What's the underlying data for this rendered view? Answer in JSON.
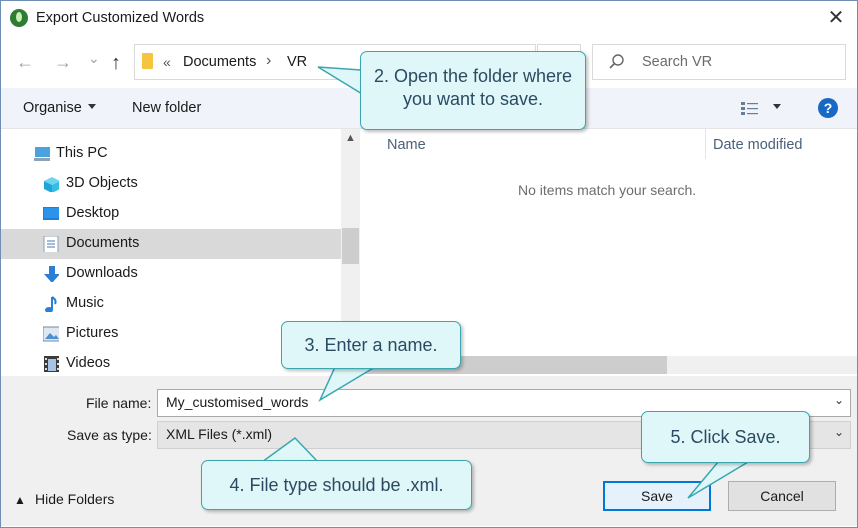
{
  "window": {
    "title": "Export Customized Words",
    "close_glyph": "✕"
  },
  "nav": {
    "back": "←",
    "forward": "→",
    "recent": "⌄",
    "up": "↑",
    "breadcrumb_sep": "«",
    "path": [
      "Documents",
      "VR"
    ],
    "path_arrow": "›",
    "search_placeholder": "Search VR"
  },
  "toolbar": {
    "organise": "Organise",
    "new_folder": "New folder",
    "help": "?"
  },
  "sidebar": {
    "items": [
      {
        "label": "This PC",
        "icon": "pc-icon"
      },
      {
        "label": "3D Objects",
        "icon": "cube-icon"
      },
      {
        "label": "Desktop",
        "icon": "desktop-icon"
      },
      {
        "label": "Documents",
        "icon": "documents-icon"
      },
      {
        "label": "Downloads",
        "icon": "download-icon"
      },
      {
        "label": "Music",
        "icon": "music-icon"
      },
      {
        "label": "Pictures",
        "icon": "pictures-icon"
      },
      {
        "label": "Videos",
        "icon": "videos-icon"
      }
    ],
    "selected": "Documents"
  },
  "list": {
    "columns": [
      "Name",
      "Date modified"
    ],
    "empty_message": "No items match your search."
  },
  "form": {
    "file_name_label": "File name:",
    "file_name_value": "My_customised_words",
    "save_type_label": "Save as type:",
    "save_type_value": "XML Files (*.xml)",
    "hide_folders": "Hide Folders",
    "save_label": "Save",
    "cancel_label": "Cancel"
  },
  "callouts": {
    "c2_line1": "2. Open the folder where",
    "c2_line2": "you want to save.",
    "c3": "3. Enter a name.",
    "c4": "4. File type should be .xml.",
    "c5": "5. Click Save."
  },
  "colors": {
    "accent": "#0078d7",
    "callout_bg": "#dff7f8",
    "callout_border": "#3aa7b0",
    "selected_row": "#d9d9d9"
  }
}
